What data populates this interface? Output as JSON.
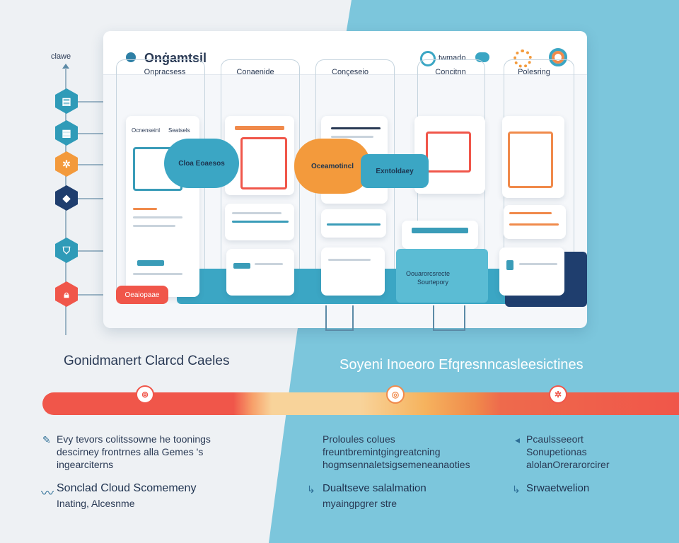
{
  "rail": {
    "title": "clawe",
    "icons": [
      {
        "name": "document-icon",
        "color": "#2f9bb8"
      },
      {
        "name": "grid-icon",
        "color": "#2f9bb8"
      },
      {
        "name": "gear-icon",
        "color": "#f39a3c"
      },
      {
        "name": "cube-icon",
        "color": "#1f3e6e"
      },
      {
        "name": "shield-icon",
        "color": "#2f9bb8"
      },
      {
        "name": "lock-icon",
        "color": "#f0564a"
      }
    ]
  },
  "window": {
    "title": "Onġamtsil",
    "header_label": "twmado",
    "columns": [
      "Onpracsess",
      "Conaenide",
      "Conçeseio",
      "Concitnn",
      "Polesring"
    ],
    "card_heading_left": "Ocnenseinl",
    "card_heading_right": "Seatsels",
    "cloud_blue_label": "Cloa Eoaesos",
    "cloud_orange_label": "Oceamotincl",
    "teal_chip_label": "Exntoldaey",
    "band_label_line1": "Oouarorcsrecte",
    "band_label_line2": "Sourtepory",
    "pill_label": "Oeaiopaae"
  },
  "headings": {
    "left": "Gonidmanert Clarcd Caeles",
    "right": "Soyeni Inoeoro Efqresnncasleesictines"
  },
  "descriptions": [
    {
      "lines": [
        "Evy tevors colitssowne he toonings",
        "descirney frontrnes alla Gemes 's",
        "ingearciterns"
      ]
    },
    {
      "lines": [
        "Proloules colues",
        "freuntbremintgingreatcning",
        "hogmsennaletsigsemeneanaoties"
      ]
    },
    {
      "lines": [
        "Pcaulsseeort",
        "Sonupetionas",
        "alolanOrerarorcirer"
      ]
    }
  ],
  "features": [
    {
      "title": "Sonclad Cloud Scomemeny",
      "sub": "Inating, Alcesnme"
    },
    {
      "title": "Dualtseve salalmation",
      "sub": "myaingpgrer stre"
    },
    {
      "title": "Srwaetwelion",
      "sub": ""
    }
  ],
  "colors": {
    "accent_orange": "#f08a4b",
    "accent_red": "#f0564a",
    "accent_teal": "#3ba6c4",
    "navy": "#1f3e6e",
    "sky": "#7cc6dc"
  }
}
